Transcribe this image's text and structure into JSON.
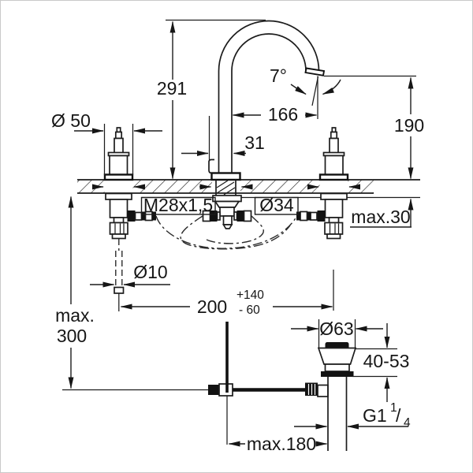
{
  "drawing": {
    "title": "faucet-installation-dimension-drawing",
    "labels": {
      "spout_height": "291",
      "spray_angle": "7°",
      "spout_reach": "166",
      "spout_base_depth": "31",
      "outlet_height": "190",
      "handle_base_dia": "Ø 50",
      "shank_thread": "M28x1,5",
      "deck_hole_dia": "Ø34",
      "deck_max_thickness": "max.30",
      "rod_dia": "Ø10",
      "rod_to_waste": "200",
      "rod_to_waste_plus": "+140",
      "rod_to_waste_minus": "- 60",
      "below_deck_max_1": "max.",
      "below_deck_max_2": "300",
      "waste_flange_dia": "Ø63",
      "waste_height_range": "40-53",
      "waste_thread_main": "G1",
      "waste_thread_sup": "1",
      "waste_thread_slash": "/",
      "waste_thread_sub": "4",
      "linkage_max": "max.180"
    },
    "colors": {
      "line": "#1c1c1c",
      "background": "#ffffff"
    }
  }
}
